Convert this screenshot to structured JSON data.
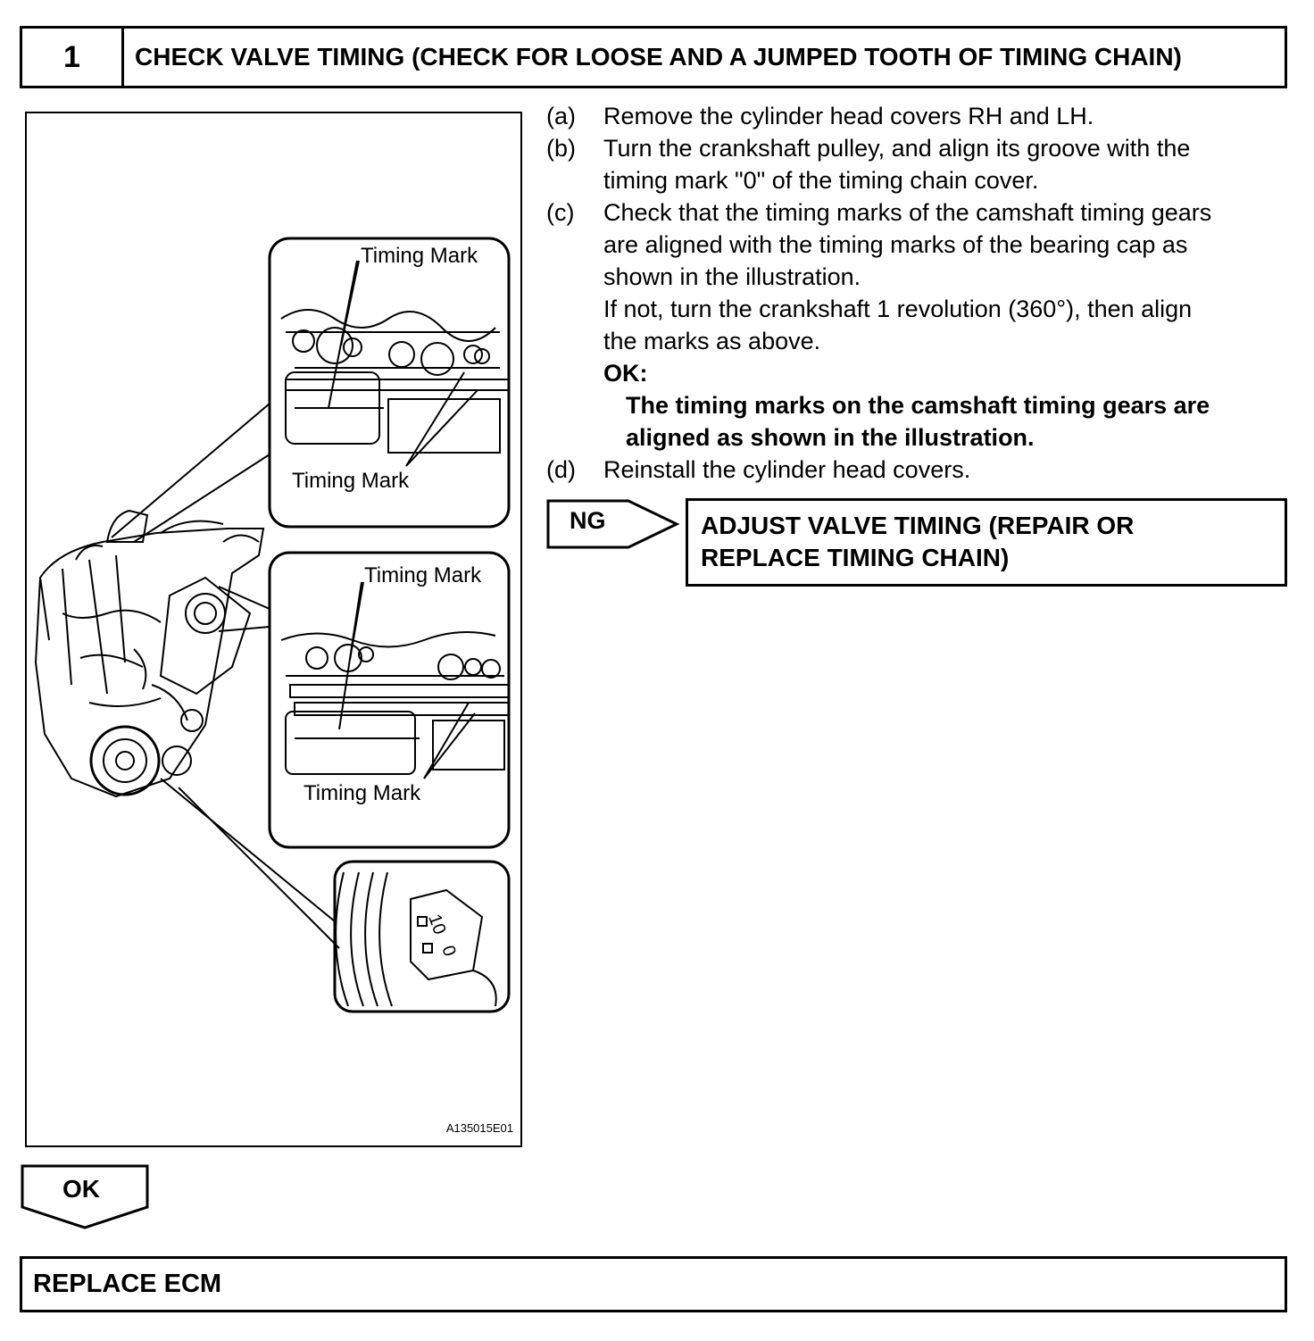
{
  "step": {
    "number": "1",
    "title": "CHECK VALVE TIMING (CHECK FOR LOOSE AND A JUMPED TOOTH OF TIMING CHAIN)"
  },
  "illustration": {
    "callouts": {
      "top_upper": "Timing Mark",
      "top_lower": "Timing Mark",
      "mid_upper": "Timing Mark",
      "mid_lower": "Timing Mark"
    },
    "pulley_marks": [
      "10",
      "0"
    ],
    "figure_code": "A135015E01"
  },
  "instructions": {
    "a": {
      "letter": "(a)",
      "lines": [
        "Remove the cylinder head covers RH and LH."
      ]
    },
    "b": {
      "letter": "(b)",
      "lines": [
        "Turn the crankshaft pulley, and align its groove with the",
        "timing mark \"0\" of the timing chain cover."
      ]
    },
    "c": {
      "letter": "(c)",
      "lines": [
        "Check that the timing marks of the camshaft timing gears",
        "are aligned with the timing marks of the bearing cap as",
        "shown in the illustration."
      ]
    },
    "c_extra": [
      "If not, turn the crankshaft 1 revolution (360°), then align",
      "the marks as above."
    ],
    "ok_label": "OK:",
    "ok_text": [
      "The timing marks on the camshaft timing gears are",
      "aligned as shown in the illustration."
    ],
    "d": {
      "letter": "(d)",
      "lines": [
        "Reinstall the cylinder head covers."
      ]
    }
  },
  "ng": {
    "label": "NG",
    "action": [
      "ADJUST VALVE TIMING (REPAIR OR",
      "REPLACE TIMING CHAIN)"
    ]
  },
  "ok": {
    "label": "OK",
    "action": "REPLACE ECM"
  }
}
